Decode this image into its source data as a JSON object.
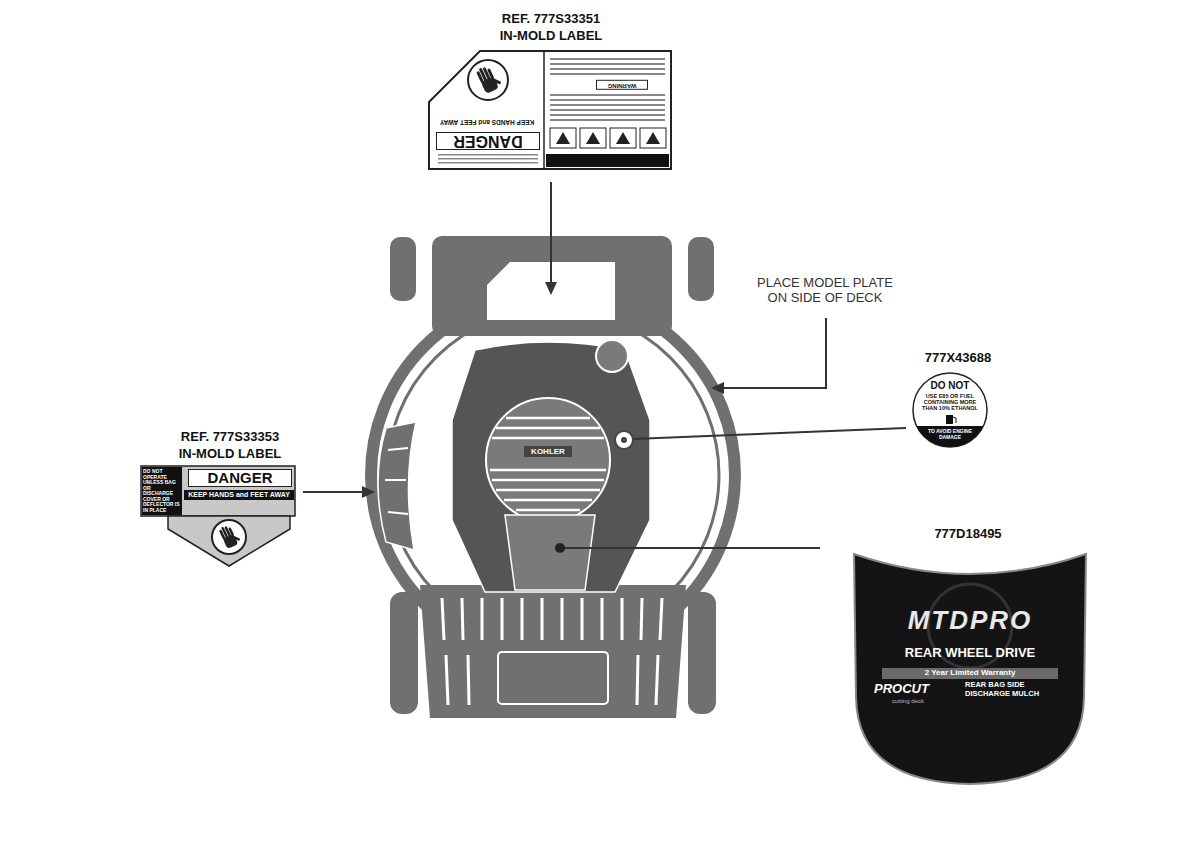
{
  "diagram": {
    "nodes": [
      {
        "text": [
          "DANGER",
          "KEEP HANDS and FEET AWAY",
          "WARNING"
        ]
      },
      {
        "text": [
          "DO NOT OPERATE UNLESS BAG OR DISCHARGE COVER OR DEFLECTOR IS IN PLACE",
          "DANGER",
          "KEEP HANDS and FEET AWAY"
        ]
      },
      {
        "text": [
          "DO NOT",
          "USE E85 OR FUEL CONTAINING MORE THAN 10% ETHANOL",
          "TO AVOID ENGINE DAMAGE"
        ]
      },
      {
        "text": [
          "MTDPRO",
          "REAR WHEEL DRIVE",
          "2 Year Limited Warranty",
          "PROCUT",
          "cutting deck",
          "REAR BAG SIDE DISCHARGE MULCH"
        ]
      }
    ],
    "labels": [
      "REF. 777S33351",
      "IN-MOLD LABEL",
      "PLACE MODEL PLATE ON SIDE OF DECK",
      "777X43688",
      "REF. 777S33353",
      "IN-MOLD LABEL",
      "KOHLER",
      "777D18495"
    ]
  }
}
